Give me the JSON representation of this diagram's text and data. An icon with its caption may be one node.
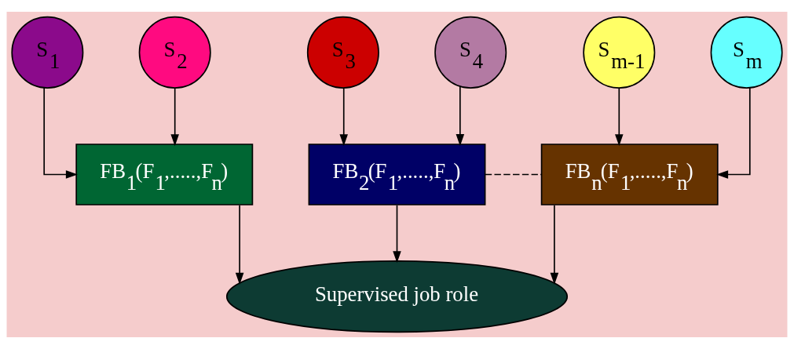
{
  "diagram": {
    "nodes": [
      {
        "text": [
          "S$_{1}$"
        ]
      },
      {
        "text": [
          "S$_{2}$"
        ]
      },
      {
        "text": [
          "S$_{3}$"
        ]
      },
      {
        "text": [
          "S$_{4}$"
        ]
      },
      {
        "text": [
          "S$_{m-1}$"
        ]
      },
      {
        "text": [
          "S$_{m}$"
        ]
      },
      {
        "text": [
          "FB$_{1}$(F$_{1}$,.....,F$_{n}$)"
        ]
      },
      {
        "text": [
          "FB$_{2}$(F$_{1}$,.....,F$_{n}$)"
        ]
      },
      {
        "text": [
          "FB$_{n}$(F$_{1}$,.....,F$_{n}$)"
        ]
      },
      {
        "text": [
          "Supervised job role"
        ]
      }
    ],
    "edges": [
      {
        "from": 0,
        "to": 6,
        "arrow": "to"
      },
      {
        "from": 1,
        "to": 6,
        "arrow": "to"
      },
      {
        "from": 2,
        "to": 7,
        "arrow": "to"
      },
      {
        "from": 3,
        "to": 7,
        "arrow": "to"
      },
      {
        "from": 4,
        "to": 8,
        "arrow": "to"
      },
      {
        "from": 5,
        "to": 8,
        "arrow": "to"
      },
      {
        "from": 6,
        "to": 9,
        "arrow": "to"
      },
      {
        "from": 7,
        "to": 9,
        "arrow": "to"
      },
      {
        "from": 8,
        "to": 9,
        "arrow": "to"
      },
      {
        "from": 7,
        "to": 8,
        "arrow": "none",
        "style": "dashed"
      }
    ]
  }
}
